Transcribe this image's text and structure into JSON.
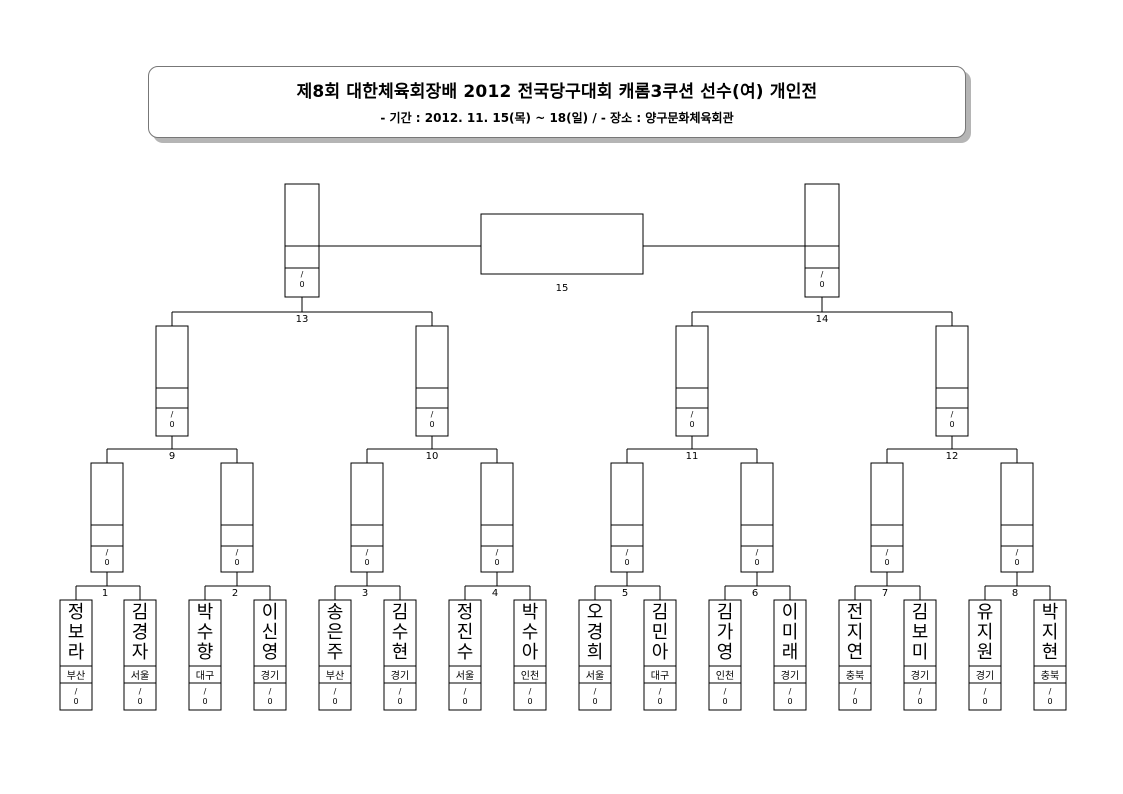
{
  "header": {
    "title": "제8회 대한체육회장배 2012 전국당구대회 캐롬3쿠션 선수(여) 개인전",
    "subtitle": "- 기간 : 2012. 11. 15(목) ~ 18(일)  /  - 장소 : 양구문화체육회관"
  },
  "score_placeholder": "/ 0",
  "players": [
    {
      "name": "정보라",
      "region": "부산"
    },
    {
      "name": "김경자",
      "region": "서울"
    },
    {
      "name": "박수향",
      "region": "대구"
    },
    {
      "name": "이신영",
      "region": "경기"
    },
    {
      "name": "송은주",
      "region": "부산"
    },
    {
      "name": "김수현",
      "region": "경기"
    },
    {
      "name": "정진수",
      "region": "서울"
    },
    {
      "name": "박수아",
      "region": "인천"
    },
    {
      "name": "오경희",
      "region": "서울"
    },
    {
      "name": "김민아",
      "region": "대구"
    },
    {
      "name": "김가영",
      "region": "인천"
    },
    {
      "name": "이미래",
      "region": "경기"
    },
    {
      "name": "전지연",
      "region": "충북"
    },
    {
      "name": "김보미",
      "region": "경기"
    },
    {
      "name": "유지원",
      "region": "경기"
    },
    {
      "name": "박지현",
      "region": "충북"
    }
  ],
  "matches": [
    "1",
    "2",
    "3",
    "4",
    "5",
    "6",
    "7",
    "8",
    "9",
    "10",
    "11",
    "12",
    "13",
    "14",
    "15"
  ]
}
